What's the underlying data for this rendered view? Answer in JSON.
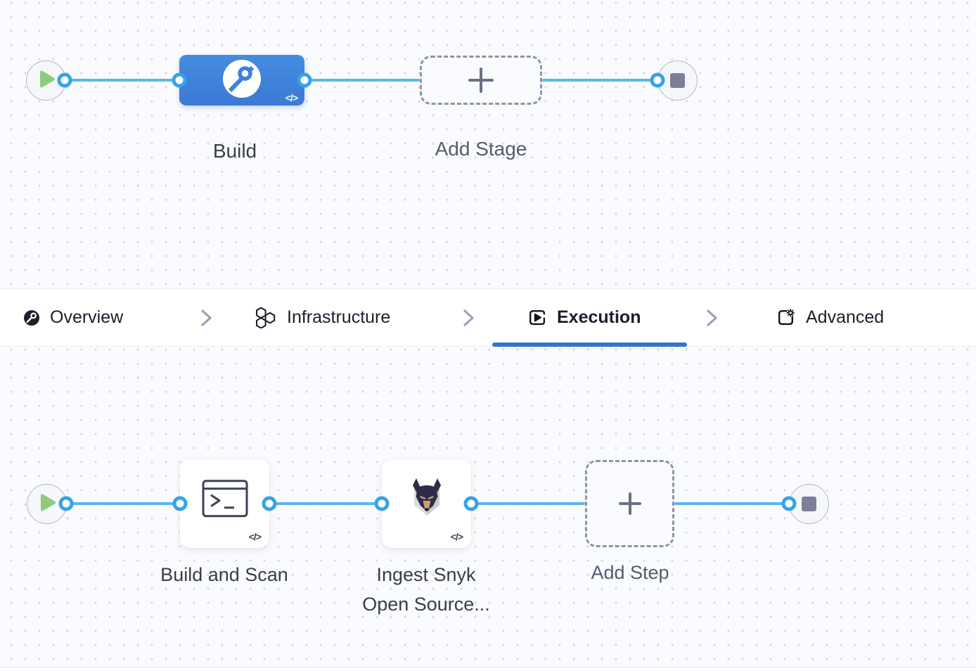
{
  "tabs": {
    "items": [
      {
        "label": "Overview",
        "icon": "ci-pie-magnifier-icon",
        "active": false
      },
      {
        "label": "Infrastructure",
        "icon": "honeycomb-icon",
        "active": false
      },
      {
        "label": "Execution",
        "icon": "play-square-icon",
        "active": true
      },
      {
        "label": "Advanced",
        "icon": "box-gear-icon",
        "active": false
      }
    ],
    "separator_icon": "chevron-right"
  },
  "stage_flow": {
    "nodes": [
      {
        "type": "start",
        "icon": "play"
      },
      {
        "type": "stage",
        "label": "Build",
        "badge": "</>",
        "icon": "ci-pie-magnifier-icon"
      },
      {
        "type": "add",
        "label": "Add Stage",
        "icon": "plus"
      },
      {
        "type": "end",
        "icon": "stop"
      }
    ]
  },
  "step_flow": {
    "nodes": [
      {
        "type": "start",
        "icon": "play"
      },
      {
        "type": "step",
        "label": "Build and Scan",
        "badge": "</>",
        "icon": "terminal-icon"
      },
      {
        "type": "step",
        "label_lines": [
          "Ingest Snyk",
          "Open Source..."
        ],
        "badge": "</>",
        "icon": "snyk-doberman-icon"
      },
      {
        "type": "add",
        "label": "Add Step",
        "icon": "plus"
      },
      {
        "type": "end",
        "icon": "stop"
      }
    ]
  },
  "colors": {
    "canvas_bg": "#fafbfe",
    "canvas_dot": "#d7dae1",
    "connector": "#5cb6ec",
    "connector_dot": "#35a3e8",
    "stage_blue_top": "#458cdf",
    "stage_blue_bottom": "#3c79d5",
    "tab_underline": "#3472d2",
    "tab_text": "#1d1e2c",
    "play_green": "#8fca80",
    "end_square": "#7d7f99",
    "label_dark": "#3a3d4a",
    "label_muted": "#565b6d"
  }
}
